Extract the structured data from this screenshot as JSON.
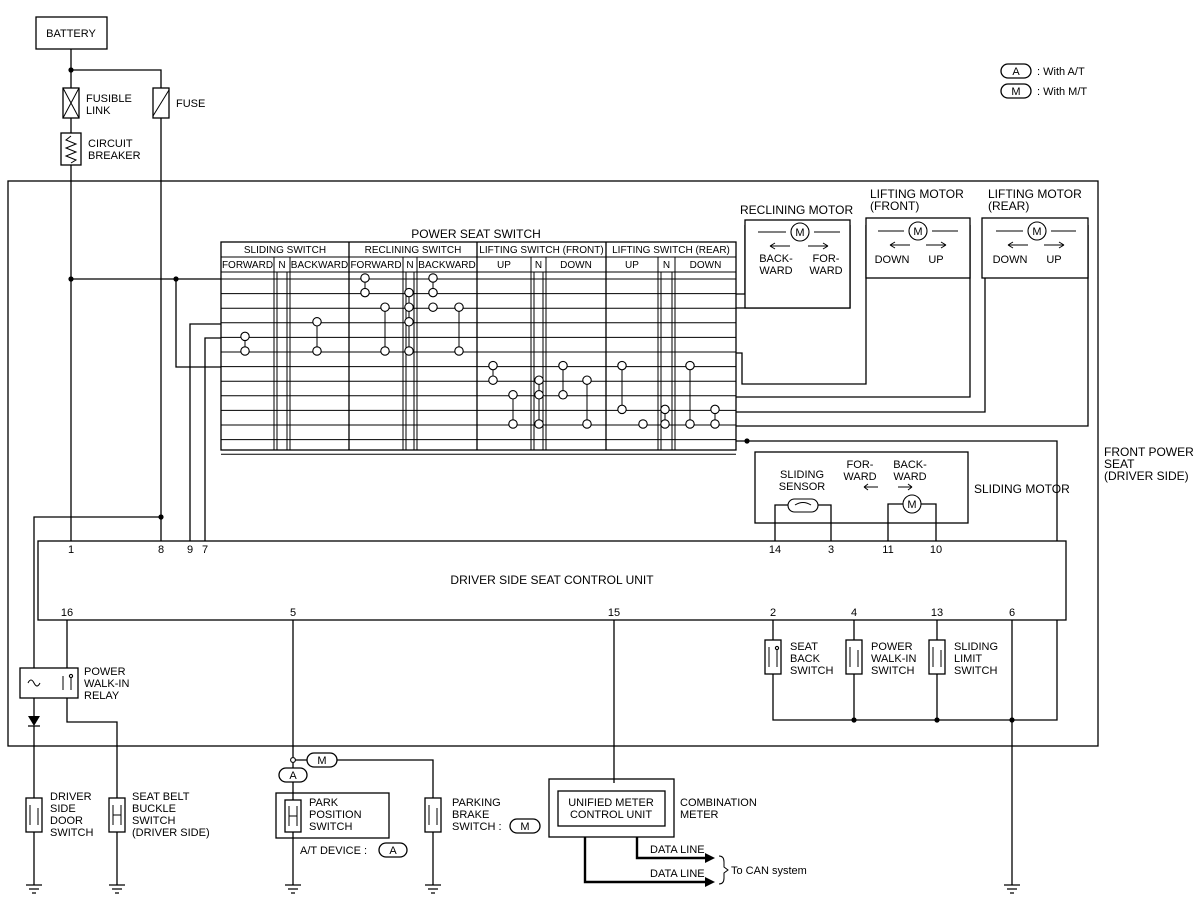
{
  "battery": "BATTERY",
  "fusible_link": [
    "FUSIBLE",
    "LINK"
  ],
  "fuse": "FUSE",
  "circuit_breaker": [
    "CIRCUIT",
    "BREAKER"
  ],
  "legend": {
    "a_symbol": "A",
    "a_text": ": With A/T",
    "m_symbol": "M",
    "m_text": ": With M/T"
  },
  "power_seat_switch": {
    "title": "POWER SEAT SWITCH",
    "groups": [
      "SLIDING SWITCH",
      "RECLINING SWITCH",
      "LIFTING SWITCH (FRONT)",
      "LIFTING SWITCH (REAR)"
    ],
    "positions": [
      "FORWARD",
      "N",
      "BACKWARD",
      "FORWARD",
      "N",
      "BACKWARD",
      "UP",
      "N",
      "DOWN",
      "UP",
      "N",
      "DOWN"
    ]
  },
  "reclining_motor": {
    "title": "RECLINING MOTOR",
    "m": "M",
    "dir1": [
      "BACK-",
      "WARD"
    ],
    "dir2": [
      "FOR-",
      "WARD"
    ]
  },
  "lifting_motor_front": {
    "title": [
      "LIFTING MOTOR",
      "(FRONT)"
    ],
    "m": "M",
    "dir1": "DOWN",
    "dir2": "UP"
  },
  "lifting_motor_rear": {
    "title": [
      "LIFTING MOTOR",
      "(REAR)"
    ],
    "m": "M",
    "dir1": "DOWN",
    "dir2": "UP"
  },
  "front_power_seat": [
    "FRONT POWER",
    "SEAT",
    "(DRIVER SIDE)"
  ],
  "sliding_sensor": [
    "SLIDING",
    "SENSOR"
  ],
  "sliding_motor": {
    "title": "SLIDING MOTOR",
    "m": "M",
    "dir1": [
      "FOR-",
      "WARD"
    ],
    "dir2": [
      "BACK-",
      "WARD"
    ]
  },
  "control_unit": {
    "title": "DRIVER SIDE SEAT CONTROL UNIT",
    "pins_top": [
      "1",
      "8",
      "9",
      "7",
      "14",
      "3",
      "11",
      "10"
    ],
    "pins_bottom": [
      "16",
      "5",
      "15",
      "2",
      "4",
      "13",
      "6"
    ]
  },
  "seat_back_switch": [
    "SEAT",
    "BACK",
    "SWITCH"
  ],
  "power_walkin_switch": [
    "POWER",
    "WALK-IN",
    "SWITCH"
  ],
  "sliding_limit_switch": [
    "SLIDING",
    "LIMIT",
    "SWITCH"
  ],
  "power_walkin_relay": [
    "POWER",
    "WALK-IN",
    "RELAY"
  ],
  "driver_side_door_switch": [
    "DRIVER",
    "SIDE",
    "DOOR",
    "SWITCH"
  ],
  "seat_belt_buckle_switch": [
    "SEAT BELT",
    "BUCKLE",
    "SWITCH",
    "(DRIVER SIDE)"
  ],
  "park_position_switch": [
    "PARK",
    "POSITION",
    "SWITCH"
  ],
  "at_device": {
    "text": "A/T DEVICE :",
    "symbol": "A"
  },
  "variant_a": "A",
  "variant_m": "M",
  "parking_brake_switch": {
    "lines": [
      "PARKING",
      "BRAKE",
      "SWITCH :"
    ],
    "symbol": "M"
  },
  "unified_meter": [
    "UNIFIED METER",
    "CONTROL UNIT"
  ],
  "combination_meter": [
    "COMBINATION",
    "METER"
  ],
  "data_line_1": "DATA LINE",
  "data_line_2": "DATA LINE",
  "can_system": "To CAN system"
}
